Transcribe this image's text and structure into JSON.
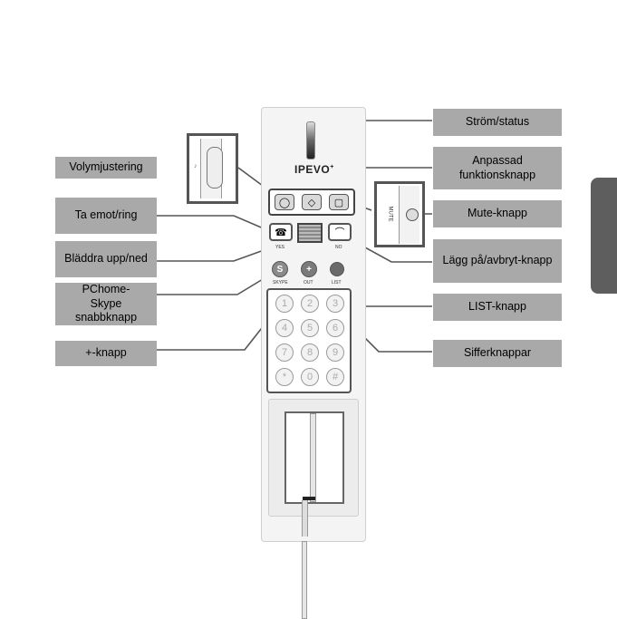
{
  "brand": "IPEVO",
  "labels": {
    "volume": "Volymjustering",
    "answer": "Ta emot/ring",
    "scroll": "Bläddra upp/ned",
    "skype": "PChome-Skype snabbknapp",
    "plus": "+-knapp",
    "power": "Ström/status",
    "custom": "Anpassad funktionsknapp",
    "mute": "Mute-knapp",
    "hangup": "Lägg på/avbryt-knapp",
    "list": "LIST-knapp",
    "digits": "Sifferknappar"
  },
  "button_captions": {
    "yes": "YES",
    "no": "NO",
    "skype": "SKYPE",
    "out": "OUT",
    "list": "LIST",
    "mute": "MUTE"
  },
  "function_icons": [
    "circle-icon",
    "diamond-icon",
    "square-icon"
  ],
  "keys": [
    "1",
    "2",
    "3",
    "4",
    "5",
    "6",
    "7",
    "8",
    "9",
    "*",
    "0",
    "#"
  ],
  "colors": {
    "label_bg": "#a9a9a9",
    "skype_button": "#8a8a8a",
    "list_button": "#6a6a6a",
    "side_tab": "#5e5e5e"
  }
}
